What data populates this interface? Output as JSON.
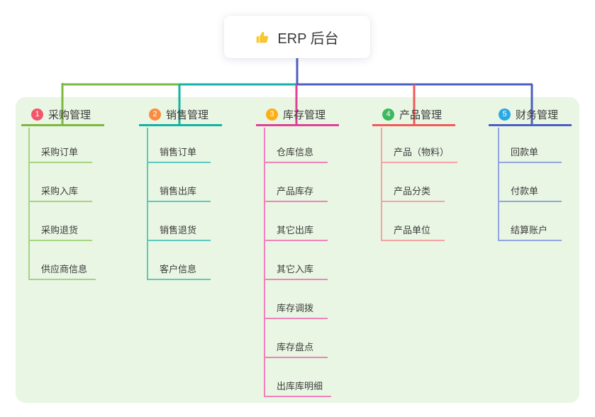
{
  "root": {
    "title": "ERP 后台",
    "icon": "thumbs-up",
    "icon_color": "#F8C630",
    "stem_color": "#4A5FC1"
  },
  "panel": {
    "background": "#E9F6E3"
  },
  "branches": [
    {
      "number": "1",
      "label": "采购管理",
      "badge_color": "#F2566B",
      "line_color": "#7CB93F",
      "light_color": "#A6D383",
      "children": [
        "采购订单",
        "采购入库",
        "采购退货",
        "供应商信息"
      ]
    },
    {
      "number": "2",
      "label": "销售管理",
      "badge_color": "#FB8C3F",
      "line_color": "#12B3A6",
      "light_color": "#5FC8BE",
      "children": [
        "销售订单",
        "销售出库",
        "销售退货",
        "客户信息"
      ]
    },
    {
      "number": "3",
      "label": "库存管理",
      "badge_color": "#FBAE17",
      "line_color": "#E0409A",
      "light_color": "#F083BD",
      "children": [
        "仓库信息",
        "产品库存",
        "其它出库",
        "其它入库",
        "库存调拨",
        "库存盘点",
        "出库库明细"
      ]
    },
    {
      "number": "4",
      "label": "产品管理",
      "badge_color": "#3CB95D",
      "line_color": "#F05A5A",
      "light_color": "#F5A3A3",
      "children": [
        "产品（物料）",
        "产品分类",
        "产品单位"
      ]
    },
    {
      "number": "5",
      "label": "财务管理",
      "badge_color": "#2BA9E1",
      "line_color": "#4A5FC1",
      "light_color": "#92A5DF",
      "children": [
        "回款单",
        "付款单",
        "结算账户"
      ]
    }
  ]
}
